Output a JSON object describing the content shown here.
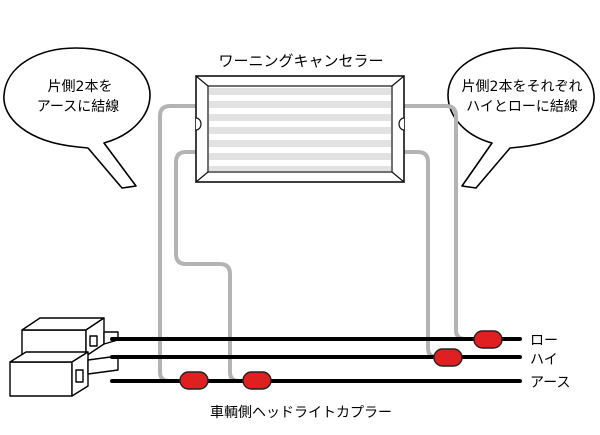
{
  "diagram": {
    "title": "ワーニングキャンセラー",
    "left_bubble": {
      "line1": "片側2本を",
      "line2": "アースに結線"
    },
    "right_bubble": {
      "line1": "片側2本をそれぞれ",
      "line2": "ハイとローに結線"
    },
    "wires": {
      "low": "ロー",
      "high": "ハイ",
      "earth": "アース"
    },
    "coupler_label": "車輌側ヘッドライトカプラー",
    "colors": {
      "wire": "#000000",
      "lead": "#b3b3b3",
      "connector": "#e02020",
      "box_stroke": "#111111"
    }
  }
}
